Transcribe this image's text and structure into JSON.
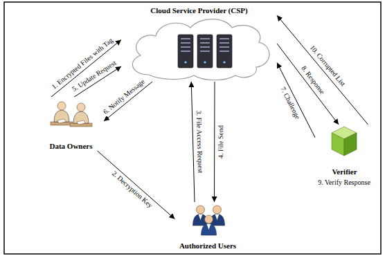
{
  "diagram": {
    "nodes": [
      {
        "text": [
          "Cloud Service Provider (CSP)"
        ]
      },
      {
        "text": [
          "Data Owners"
        ]
      },
      {
        "text": [
          "Authorized Users"
        ]
      },
      {
        "text": [
          "Verifier"
        ]
      }
    ],
    "edges": [
      {
        "from": 1,
        "to": 0,
        "label": "1. Encrypted Files with Tag",
        "arrow": "to"
      },
      {
        "from": 1,
        "to": 2,
        "label": "2. Decryption Key",
        "arrow": "to"
      },
      {
        "from": 2,
        "to": 0,
        "label": "3. File Access Request",
        "arrow": "to"
      },
      {
        "from": 0,
        "to": 2,
        "label": "4. File Send",
        "arrow": "to"
      },
      {
        "from": 1,
        "to": 0,
        "label": "5. Update Request",
        "arrow": "to"
      },
      {
        "from": 0,
        "to": 1,
        "label": "6. Notify Message",
        "arrow": "to"
      },
      {
        "from": 3,
        "to": 0,
        "label": "7. Challenge",
        "arrow": "to"
      },
      {
        "from": 0,
        "to": 3,
        "label": "8. Response",
        "arrow": "to"
      },
      {
        "from": 3,
        "to": 0,
        "label": "10. Corrupted List",
        "arrow": "to"
      }
    ],
    "labels": [
      "9. Verify Response"
    ]
  }
}
